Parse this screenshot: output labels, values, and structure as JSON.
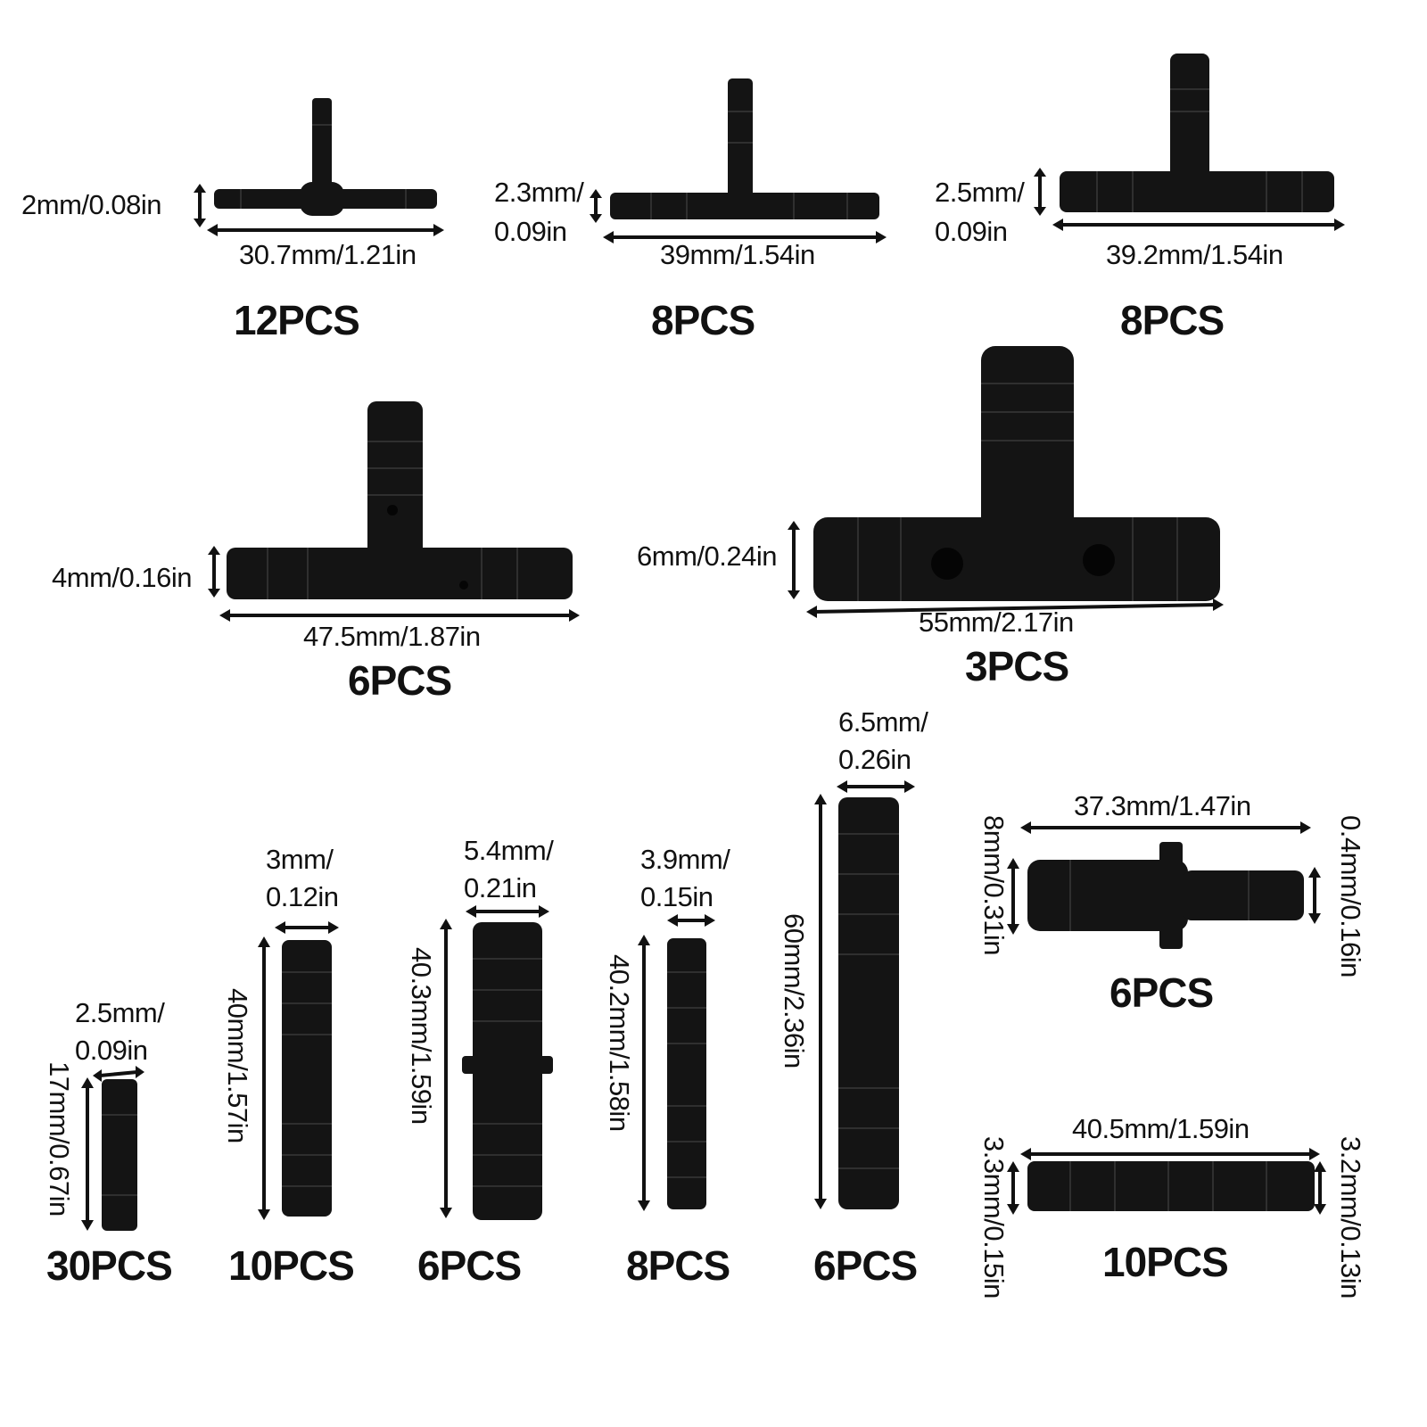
{
  "colors": {
    "background": "#ffffff",
    "part": "#141414",
    "text": "#111111"
  },
  "items": [
    {
      "quantity": "12PCS",
      "diameter": "2mm/0.08in",
      "length": "30.7mm/1.21in",
      "shape": "tee"
    },
    {
      "quantity": "8PCS",
      "diameter_line1": "2.3mm/",
      "diameter_line2": "0.09in",
      "length": "39mm/1.54in",
      "shape": "tee"
    },
    {
      "quantity": "8PCS",
      "diameter_line1": "2.5mm/",
      "diameter_line2": "0.09in",
      "length": "39.2mm/1.54in",
      "shape": "tee"
    },
    {
      "quantity": "6PCS",
      "diameter": "4mm/0.16in",
      "length": "47.5mm/1.87in",
      "shape": "tee"
    },
    {
      "quantity": "3PCS",
      "diameter": "6mm/0.24in",
      "length": "55mm/2.17in",
      "shape": "tee"
    },
    {
      "quantity": "30PCS",
      "diameter_line1": "2.5mm/",
      "diameter_line2": "0.09in",
      "length": "17mm/0.67in",
      "shape": "straight"
    },
    {
      "quantity": "10PCS",
      "diameter_line1": "3mm/",
      "diameter_line2": "0.12in",
      "length": "40mm/1.57in",
      "shape": "straight"
    },
    {
      "quantity": "6PCS",
      "diameter_line1": "5.4mm/",
      "diameter_line2": "0.21in",
      "length": "40.3mm/1.59in",
      "shape": "straight"
    },
    {
      "quantity": "8PCS",
      "diameter_line1": "3.9mm/",
      "diameter_line2": "0.15in",
      "length": "40.2mm/1.58in",
      "shape": "straight"
    },
    {
      "quantity": "6PCS",
      "diameter_line1": "6.5mm/",
      "diameter_line2": "0.26in",
      "length": "60mm/2.36in",
      "shape": "straight"
    },
    {
      "quantity": "6PCS",
      "length": "37.3mm/1.47in",
      "left_diameter": "8mm/0.31in",
      "right_diameter": "0.4mm/0.16in",
      "shape": "reducer"
    },
    {
      "quantity": "10PCS",
      "length": "40.5mm/1.59in",
      "left_diameter": "3.3mm/0.15in",
      "right_diameter": "3.2mm/0.13in",
      "shape": "reducer"
    }
  ]
}
